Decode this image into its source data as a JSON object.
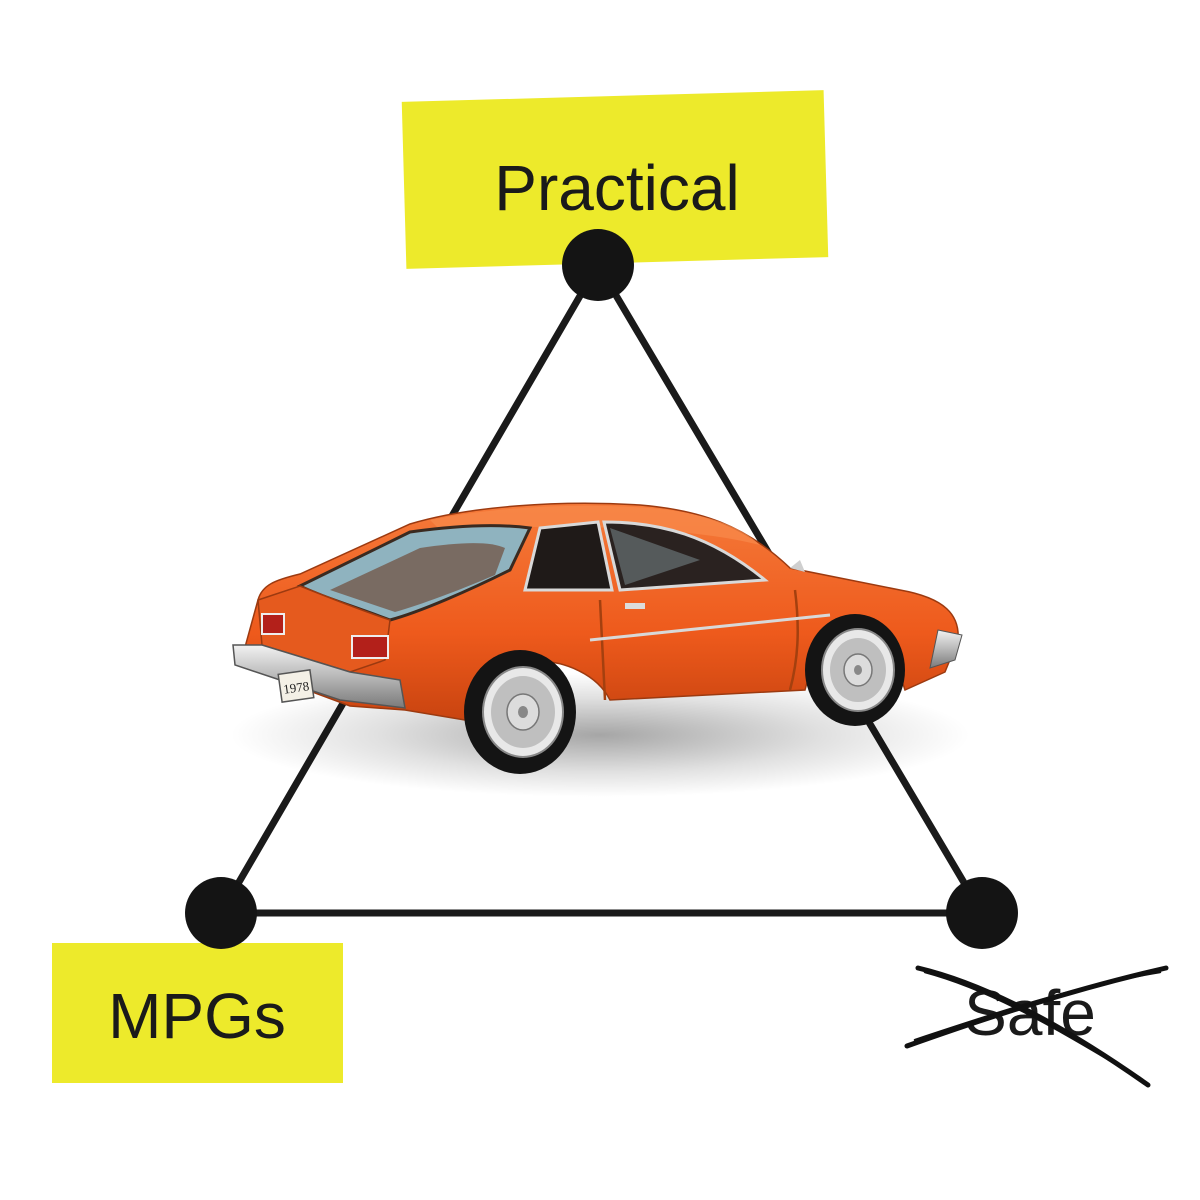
{
  "labels": {
    "top": "Practical",
    "bottom_left": "MPGs",
    "bottom_right": "Safe"
  },
  "car_plate_text": "1978",
  "crossed_out": [
    "Safe"
  ],
  "colors": {
    "highlight": "#EDEA2B",
    "line": "#1a1a1a",
    "car_body": "#F26522",
    "background": "#FFFFFF"
  }
}
